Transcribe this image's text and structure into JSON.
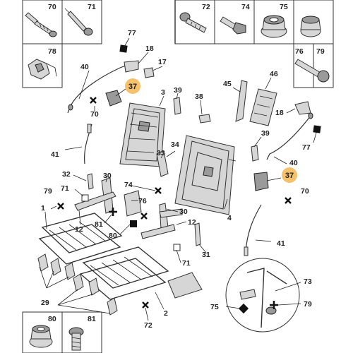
{
  "fastener_boxes_top_left": [
    {
      "label": "70",
      "icon": "bolt-flange-icon"
    },
    {
      "label": "71",
      "icon": "rivet-icon"
    },
    {
      "label": "78",
      "icon": "clip-bracket-icon"
    }
  ],
  "fastener_boxes_top_right": [
    {
      "label": "72",
      "icon": "bolt-icon"
    },
    {
      "label": "74",
      "icon": "bolt-short-icon"
    },
    {
      "label": "75",
      "icon": "nut-flange-icon"
    },
    {
      "label": "76",
      "icon": "pin-icon"
    },
    {
      "label": "79",
      "icon": "nut-small-icon"
    }
  ],
  "fastener_boxes_bottom_left": [
    {
      "label": "80",
      "icon": "nut-flange-icon"
    },
    {
      "label": "81",
      "icon": "bolt-icon"
    }
  ],
  "callouts": {
    "c1": "1",
    "c2": "2",
    "c3": "3",
    "c4": "4",
    "c12a": "12",
    "c12b": "12",
    "c17": "17",
    "c18a": "18",
    "c18b": "18",
    "c29": "29",
    "c30a": "30",
    "c30b": "30",
    "c31": "31",
    "c32": "32",
    "c33": "33",
    "c34": "34",
    "c38": "38",
    "c39a": "39",
    "c39b": "39",
    "c40a": "40",
    "c40b": "40",
    "c41a": "41",
    "c41b": "41",
    "c45": "45",
    "c46": "46",
    "c70a": "70",
    "c70b": "70",
    "c71a": "71",
    "c71b": "71",
    "c72": "72",
    "c73": "73",
    "c74": "74",
    "c75": "75",
    "c76": "76",
    "c77a": "77",
    "c77b": "77",
    "c79a": "79",
    "c79b": "79",
    "c80": "80",
    "c81": "81"
  },
  "highlighted": {
    "h37a": "37",
    "h37b": "37"
  },
  "colors": {
    "highlight": "#f5c26b",
    "part": "#d6d6d6",
    "part_dark": "#9a9a9a",
    "line": "#222222"
  }
}
